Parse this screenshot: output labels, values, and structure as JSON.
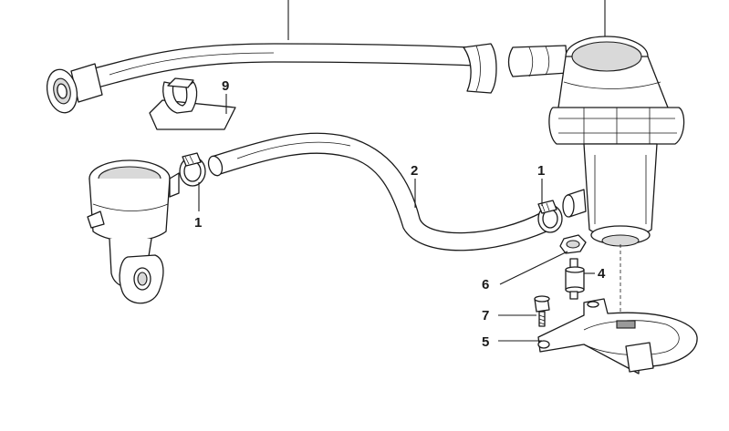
{
  "diagram": {
    "labels": {
      "hose_clamp_left": "1",
      "hose_clamp_right": "1",
      "hose": "2",
      "rubber_mount": "4",
      "bracket": "5",
      "nut": "6",
      "bolt": "7",
      "holder": "9"
    }
  }
}
